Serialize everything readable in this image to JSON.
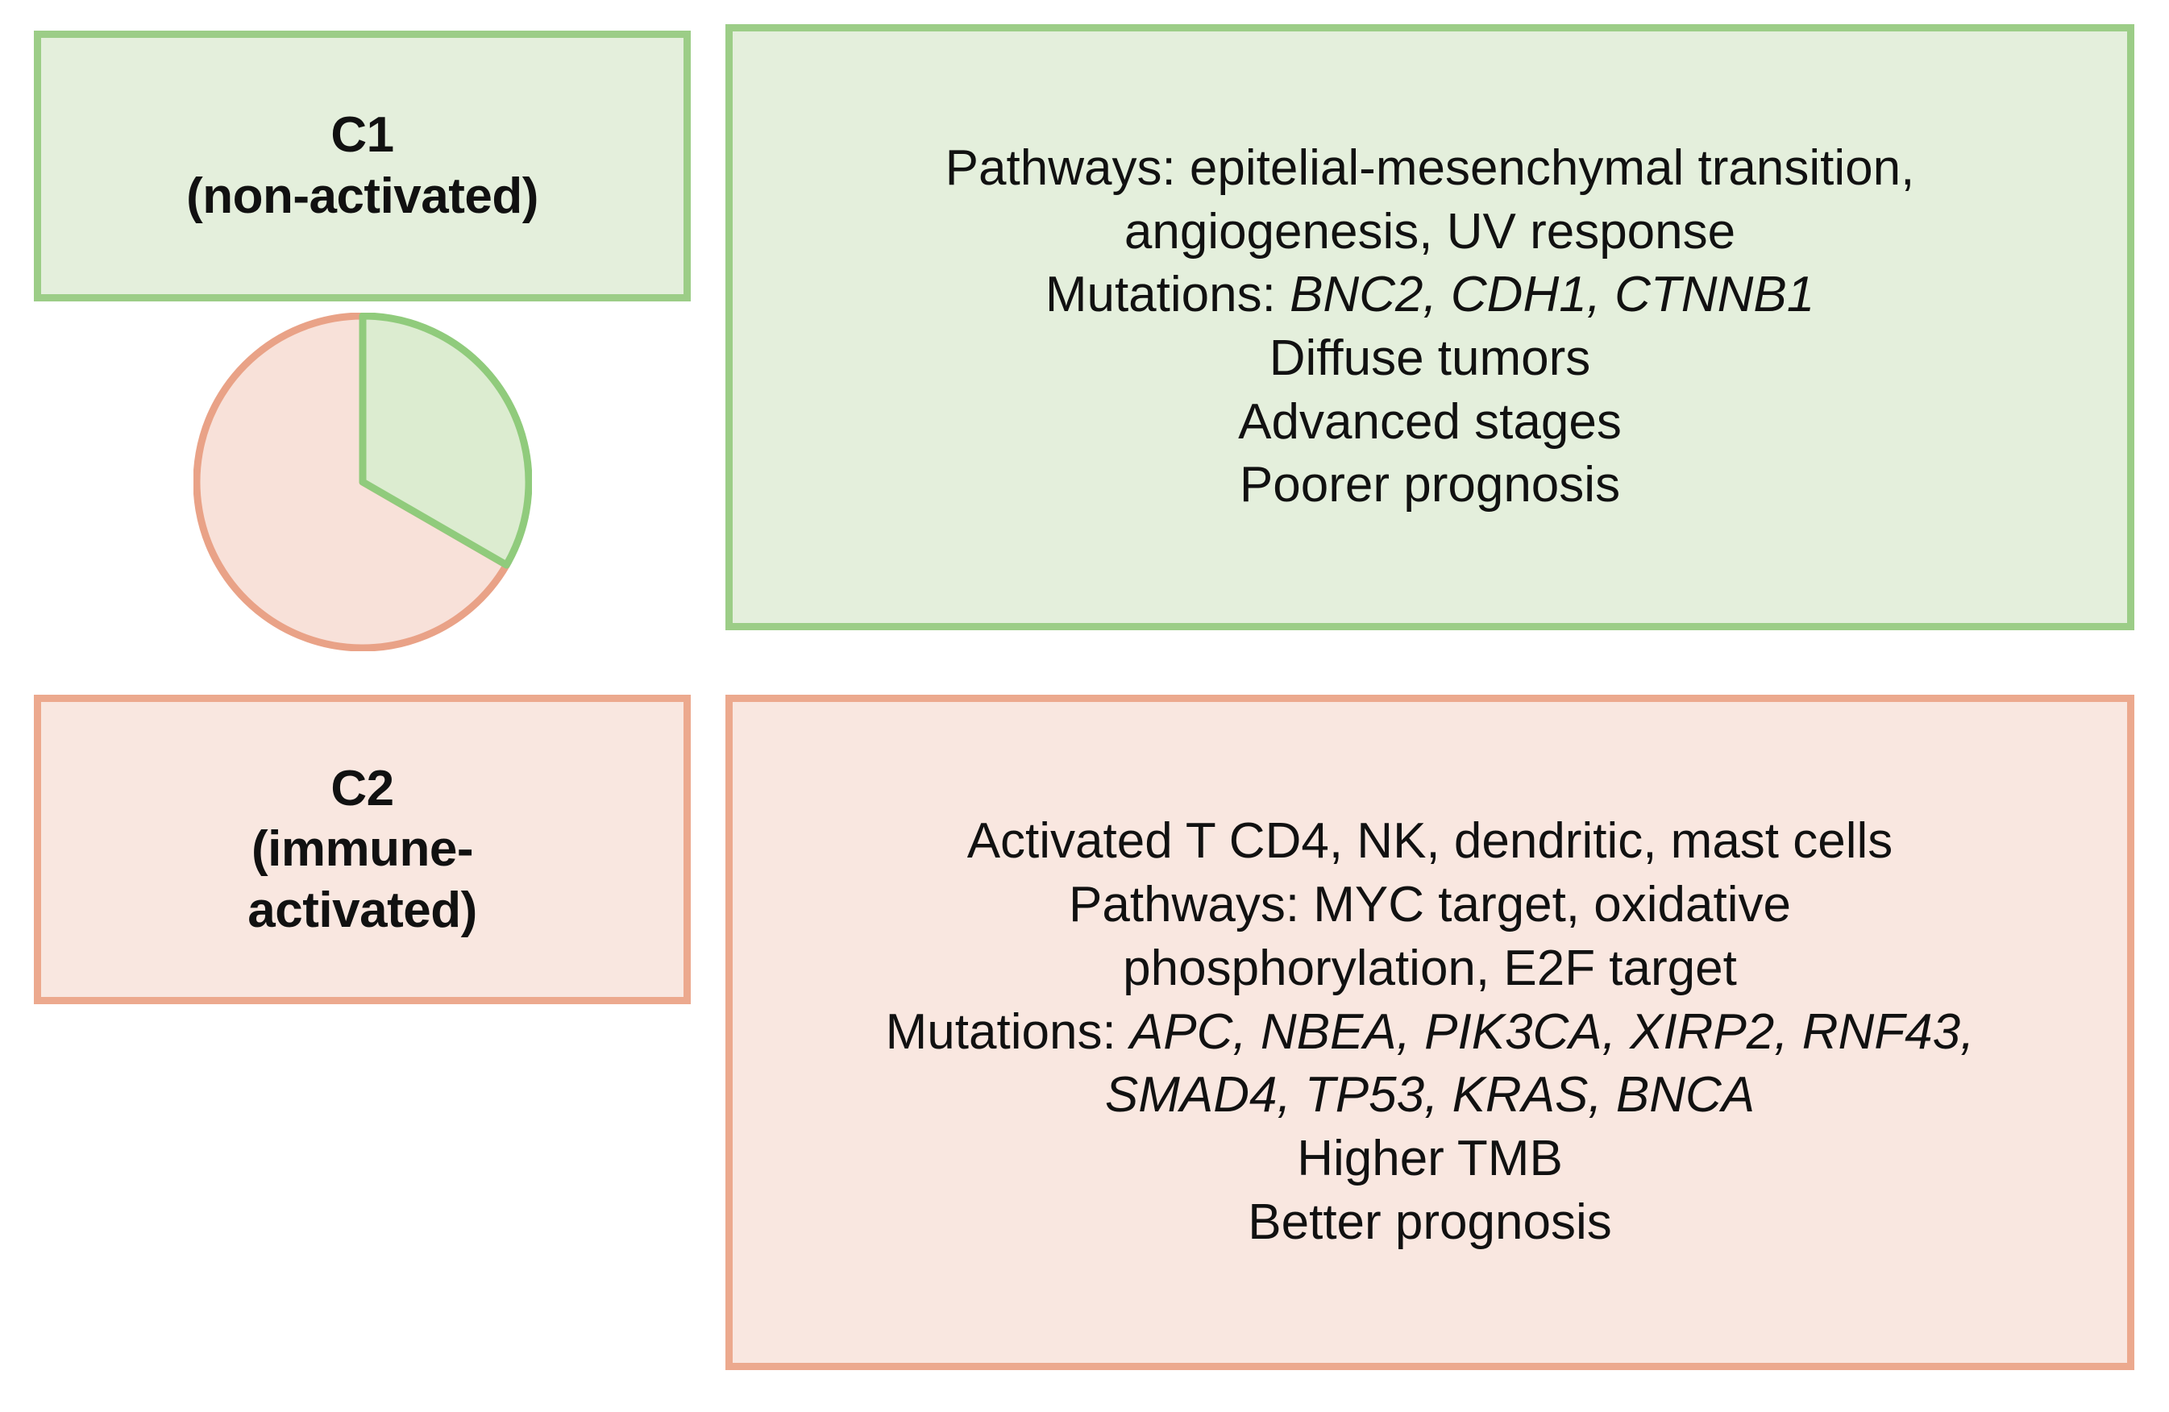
{
  "clusters": [
    {
      "id": "C1",
      "label_lines": [
        "C1",
        "(non-activated)"
      ],
      "name": "C1",
      "qualifier": "(non-activated)",
      "accent_border": "#9ccd87",
      "accent_fill": "#e4efdc",
      "content_lines": [
        {
          "text": "Pathways: epitelial-mesenchymal transition,",
          "italic_parts": []
        },
        {
          "text": "angiogenesis, UV response",
          "italic_parts": []
        },
        {
          "prefix": "Mutations: ",
          "genes": "BNC2, CDH1, CTNNB1"
        },
        {
          "text": "Diffuse tumors",
          "italic_parts": []
        },
        {
          "text": "Advanced stages",
          "italic_parts": []
        },
        {
          "text": "Poorer prognosis",
          "italic_parts": []
        }
      ]
    },
    {
      "id": "C2",
      "label_lines": [
        "C2",
        "(immune-",
        "activated)"
      ],
      "name": "C2",
      "qualifier": "(immune-activated)",
      "accent_border": "#eca98e",
      "accent_fill": "#f9e7e0",
      "content_lines": [
        {
          "text": "Activated T CD4, NK, dendritic, mast cells",
          "italic_parts": []
        },
        {
          "text": "Pathways: MYC target, oxidative",
          "italic_parts": []
        },
        {
          "text": "phosphorylation, E2F target",
          "italic_parts": []
        },
        {
          "prefix": "Mutations: ",
          "genes": "APC, NBEA, PIK3CA, XIRP2, RNF43,"
        },
        {
          "genes_only": "SMAD4, TP53, KRAS, BNCA"
        },
        {
          "text": "Higher TMB",
          "italic_parts": []
        },
        {
          "text": "Better prognosis",
          "italic_parts": []
        }
      ]
    }
  ],
  "c1": {
    "label_line_1": "C1",
    "label_line_2": "(non-activated)",
    "line_1": "Pathways: epitelial-mesenchymal transition,",
    "line_2": "angiogenesis, UV response",
    "line_3_prefix": "Mutations: ",
    "line_3_genes": "BNC2, CDH1, CTNNB1",
    "line_4": "Diffuse tumors",
    "line_5": "Advanced stages",
    "line_6": "Poorer prognosis"
  },
  "c2": {
    "label_line_1": "C2",
    "label_line_2": "(immune-",
    "label_line_3": "activated)",
    "line_1": "Activated T CD4, NK, dendritic, mast cells",
    "line_2": "Pathways: MYC target, oxidative",
    "line_3": "phosphorylation, E2F target",
    "line_4_prefix": "Mutations: ",
    "line_4_genes": "APC, NBEA, PIK3CA, XIRP2, RNF43,",
    "line_5_genes": "SMAD4, TP53, KRAS, BNCA",
    "line_6": "Higher TMB",
    "line_7": "Better prognosis"
  },
  "chart_data": {
    "type": "pie",
    "title": "",
    "categories": [
      "C1 (non-activated)",
      "C2 (immune-activated)"
    ],
    "values": [
      33,
      67
    ],
    "unit": "percent",
    "start_angle_deg": 0,
    "direction": "clockwise",
    "slice_colors": [
      "#dcecd0",
      "#f8e1d9"
    ],
    "slice_border_colors": [
      "#90cb7c",
      "#e9a287"
    ],
    "legend": "none",
    "labels_shown": false
  },
  "palette": {
    "green_border": "#9ccd87",
    "green_fill": "#e4efdc",
    "pink_border": "#eca98e",
    "pink_fill": "#f9e7e0",
    "pie_green_fill": "#dcecd0",
    "pie_green_stroke": "#90cb7c",
    "pie_pink_fill": "#f8e1d9",
    "pie_pink_stroke": "#e9a287",
    "text": "#111111",
    "background": "#ffffff"
  }
}
